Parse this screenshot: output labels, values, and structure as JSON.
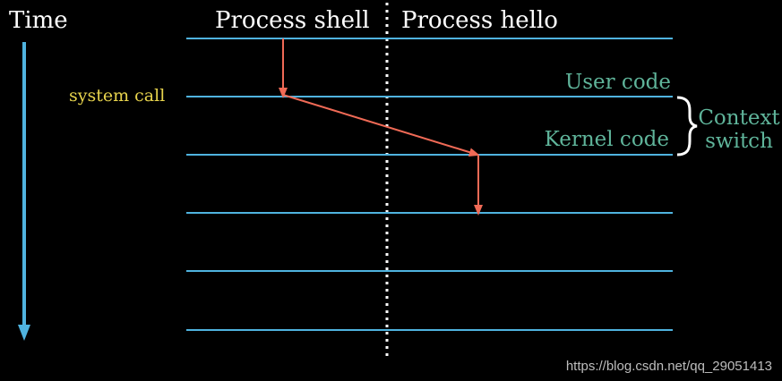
{
  "labels": {
    "time": "Time",
    "process_left": "Process shell",
    "process_right": "Process hello",
    "system_call": "system call",
    "user_code": "User code",
    "kernel_code": "Kernel code",
    "context_line1": "Context",
    "context_line2": "switch"
  },
  "watermark": "https://blog.csdn.net/qq_29051413",
  "colors": {
    "background": "#000000",
    "white": "#ffffff",
    "timeline": "#4fb3df",
    "arrow": "#f06a56",
    "annotation_green": "#5fb49a",
    "annotation_yellow": "#e8d44d",
    "watermark": "#bdbdbd"
  }
}
